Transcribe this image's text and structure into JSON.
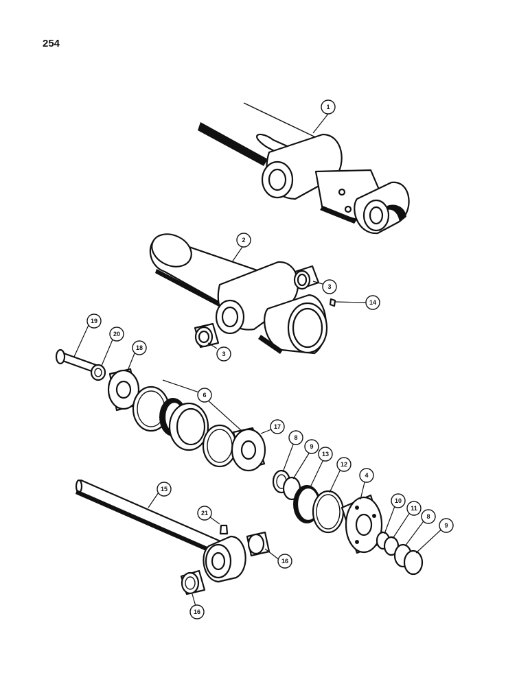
{
  "page": {
    "number": "254"
  },
  "callouts": [
    {
      "id": "c1",
      "label": "1"
    },
    {
      "id": "c2",
      "label": "2"
    },
    {
      "id": "c3a",
      "label": "3"
    },
    {
      "id": "c3b",
      "label": "3"
    },
    {
      "id": "c14",
      "label": "14"
    },
    {
      "id": "c19",
      "label": "19"
    },
    {
      "id": "c20",
      "label": "20"
    },
    {
      "id": "c18",
      "label": "18"
    },
    {
      "id": "c6",
      "label": "6"
    },
    {
      "id": "c17",
      "label": "17"
    },
    {
      "id": "c8a",
      "label": "8"
    },
    {
      "id": "c9a",
      "label": "9"
    },
    {
      "id": "c13",
      "label": "13"
    },
    {
      "id": "c12",
      "label": "12"
    },
    {
      "id": "c4",
      "label": "4"
    },
    {
      "id": "c10",
      "label": "10"
    },
    {
      "id": "c11",
      "label": "11"
    },
    {
      "id": "c8b",
      "label": "8"
    },
    {
      "id": "c9b",
      "label": "9"
    },
    {
      "id": "c15",
      "label": "15"
    },
    {
      "id": "c21",
      "label": "21"
    },
    {
      "id": "c16a",
      "label": "16"
    },
    {
      "id": "c16b",
      "label": "16"
    }
  ]
}
